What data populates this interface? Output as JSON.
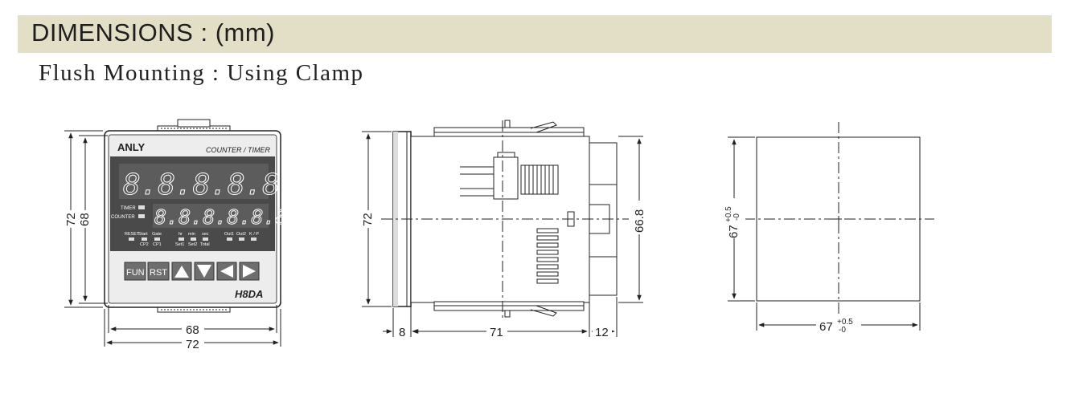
{
  "header": {
    "title": "DIMENSIONS : (mm)",
    "subtitle": "Flush Mounting : Using Clamp"
  },
  "front_view": {
    "brand": "ANLY",
    "product_type": "COUNTER / TIMER",
    "model": "H8DA",
    "display_top": "8.8.8.8.8.8.",
    "display_bottom": "8.8.8.8.8.8.",
    "labels": {
      "timer": "TIMER",
      "counter": "COUNTER",
      "reset": "RESET",
      "start": "Start",
      "gate": "Gate",
      "cp2": "CP2",
      "cp1": "CP1",
      "hr": "hr",
      "min": "min",
      "sec": "sec",
      "set1": "Set1",
      "set2": "Set2",
      "total": "Total",
      "out1": "Out1",
      "out2": "Out2",
      "kp": "K / P"
    },
    "buttons": {
      "fun": "FUN",
      "rst": "RST"
    },
    "dimensions": {
      "height_outer": "72",
      "height_inner": "68",
      "width_inner": "68",
      "width_outer": "72"
    }
  },
  "side_view": {
    "dimensions": {
      "height": "72",
      "body_height": "66.8",
      "front_depth": "8",
      "body_depth": "71",
      "rear_depth": "12"
    }
  },
  "cutout_view": {
    "dimensions": {
      "height": "67",
      "width": "67",
      "tol_plus": "+0.5",
      "tol_minus": "-0"
    }
  },
  "colors": {
    "header_bg": "#e3dfc6",
    "line": "#222222",
    "panel_dark": "#4a4a4a",
    "panel_light": "#ededed"
  }
}
